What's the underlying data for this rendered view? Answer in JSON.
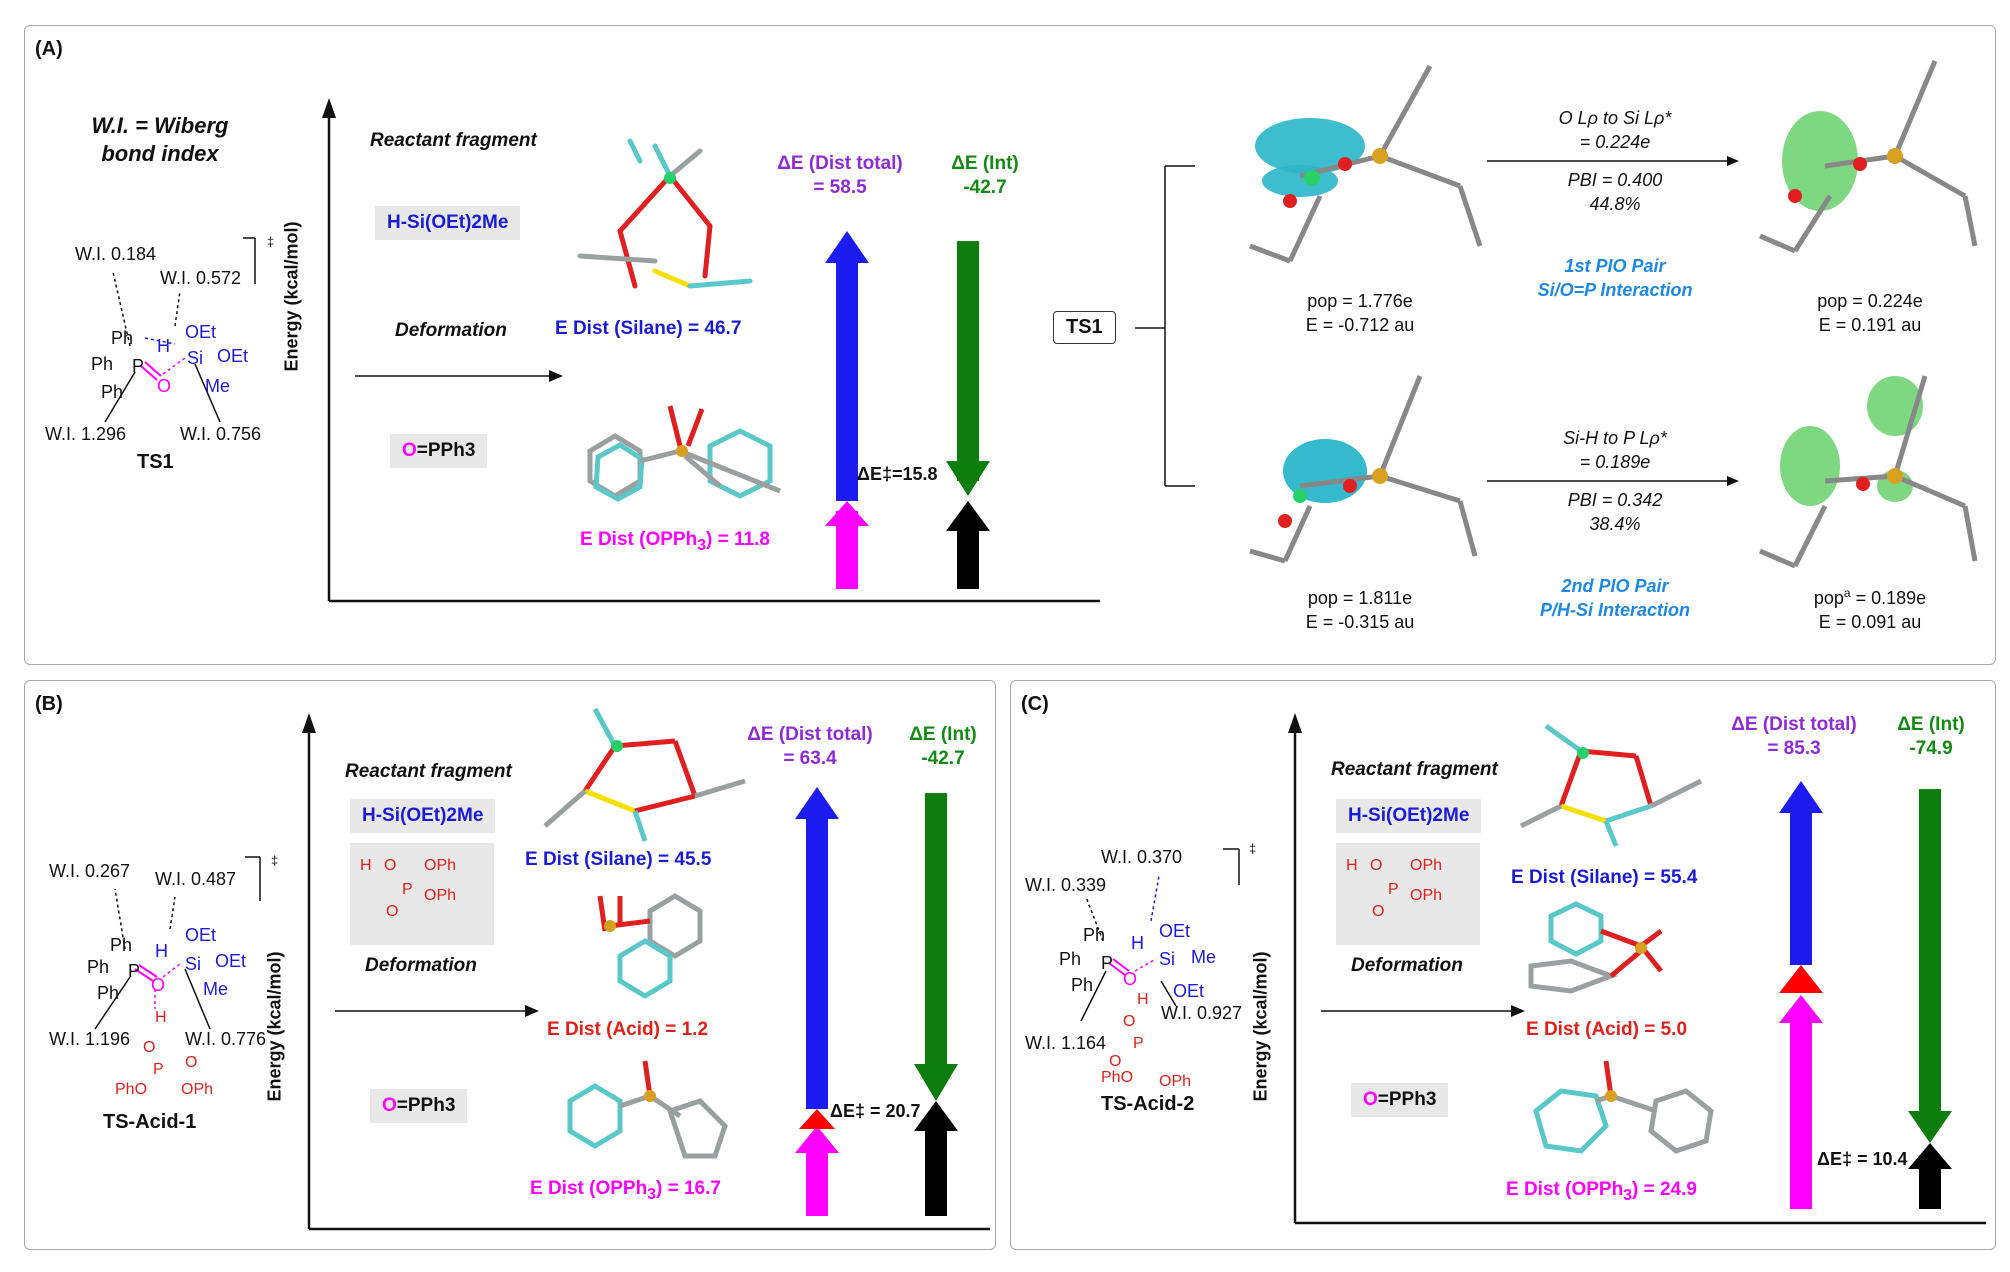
{
  "panels": {
    "a": {
      "tag": "(A)",
      "wiberg_title_1": "W.I. = Wiberg",
      "wiberg_title_2": "bond index",
      "wi": [
        "W.I. 0.184",
        "W.I. 0.572",
        "W.I. 1.296",
        "W.I. 0.756"
      ],
      "ts_label": "TS1",
      "ylabel": "Energy (kcal/mol)",
      "reactant_fragment": "Reactant fragment",
      "silane_formula": "H-Si(OEt)2Me",
      "deformation": "Deformation",
      "oppph3_o": "O",
      "oppph3_rest": "=PPh3",
      "e_dist_silane": "E Dist (Silane) = 46.7",
      "e_dist_opph3": "E Dist (OPPh3) = 11.8",
      "dist_total_1": "ΔE (Dist total)",
      "dist_total_2": "= 58.5",
      "int_1": "ΔE (Int)",
      "int_2": "-42.7",
      "barrier": "ΔE‡=15.8",
      "ts1_box": "TS1",
      "nbo_top": {
        "left_pop": "pop = 1.776e",
        "left_e": "E = -0.712 au",
        "arrow_label_1": "O Lρ to Si Lρ*",
        "arrow_label_2": "= 0.224e",
        "pbi": "PBI = 0.400",
        "pct": "44.8%",
        "pair_1": "1st PIO Pair",
        "pair_2": "Si/O=P Interaction",
        "right_pop": "pop = 0.224e",
        "right_e": "E = 0.191 au"
      },
      "nbo_bottom": {
        "left_pop": "pop = 1.811e",
        "left_e": "E = -0.315 au",
        "arrow_label_1": "Si-H to P Lρ*",
        "arrow_label_2": "= 0.189e",
        "pbi": "PBI = 0.342",
        "pct": "38.4%",
        "pair_1": "2nd PIO Pair",
        "pair_2": "P/H-Si Interaction",
        "right_pop": "pop",
        "right_pop_sup": "a",
        "right_pop_val": " = 0.189e",
        "right_e": "E = 0.091 au"
      }
    },
    "b": {
      "tag": "(B)",
      "wi": [
        "W.I. 0.267",
        "W.I. 0.487",
        "W.I. 1.196",
        "W.I. 0.776"
      ],
      "ts_label": "TS-Acid-1",
      "ylabel": "Energy (kcal/mol)",
      "reactant_fragment": "Reactant fragment",
      "silane_formula": "H-Si(OEt)2Me",
      "deformation": "Deformation",
      "oppph3_o": "O",
      "oppph3_rest": "=PPh3",
      "e_dist_silane": "E Dist (Silane) = 45.5",
      "e_dist_acid": "E Dist (Acid) = 1.2",
      "e_dist_opph3": "E Dist (OPPh3) = 16.7",
      "dist_total_1": "ΔE (Dist total)",
      "dist_total_2": "= 63.4",
      "int_1": "ΔE (Int)",
      "int_2": "-42.7",
      "barrier": "ΔE‡ = 20.7"
    },
    "c": {
      "tag": "(C)",
      "wi": [
        "W.I. 0.370",
        "W.I. 0.339",
        "W.I. 1.164",
        "W.I. 0.927"
      ],
      "ts_label": "TS-Acid-2",
      "ylabel": "Energy (kcal/mol)",
      "reactant_fragment": "Reactant fragment",
      "silane_formula": "H-Si(OEt)2Me",
      "deformation": "Deformation",
      "oppph3_o": "O",
      "oppph3_rest": "=PPh3",
      "e_dist_silane": "E Dist (Silane) = 55.4",
      "e_dist_acid": "E Dist (Acid) = 5.0",
      "e_dist_opph3": "E Dist (OPPh3) = 24.9",
      "dist_total_1": "ΔE (Dist total)",
      "dist_total_2": "= 85.3",
      "int_1": "ΔE (Int)",
      "int_2": "-74.9",
      "barrier": "ΔE‡ = 10.4"
    }
  },
  "chem_labels": {
    "ph": "Ph",
    "p": "P",
    "h": "H",
    "si": "Si",
    "o": "O",
    "oet": "OEt",
    "me": "Me",
    "oph": "OPh",
    "pho": "PhO",
    "ddagger": "‡",
    "acid_h": "H",
    "acid_o": "O",
    "acid_p": "P",
    "acid_o2": "O",
    "acid_oph1": "OPh",
    "acid_oph2": "OPh"
  },
  "colors": {
    "blue_arrow": "#1c1cf0",
    "green_arrow": "#0d7d0d",
    "magenta_arrow": "#ff00ff",
    "red_arrow": "#ff0000",
    "black_arrow": "#000000",
    "nbo_teal": "#29b6c9",
    "nbo_green": "#76d67a"
  }
}
